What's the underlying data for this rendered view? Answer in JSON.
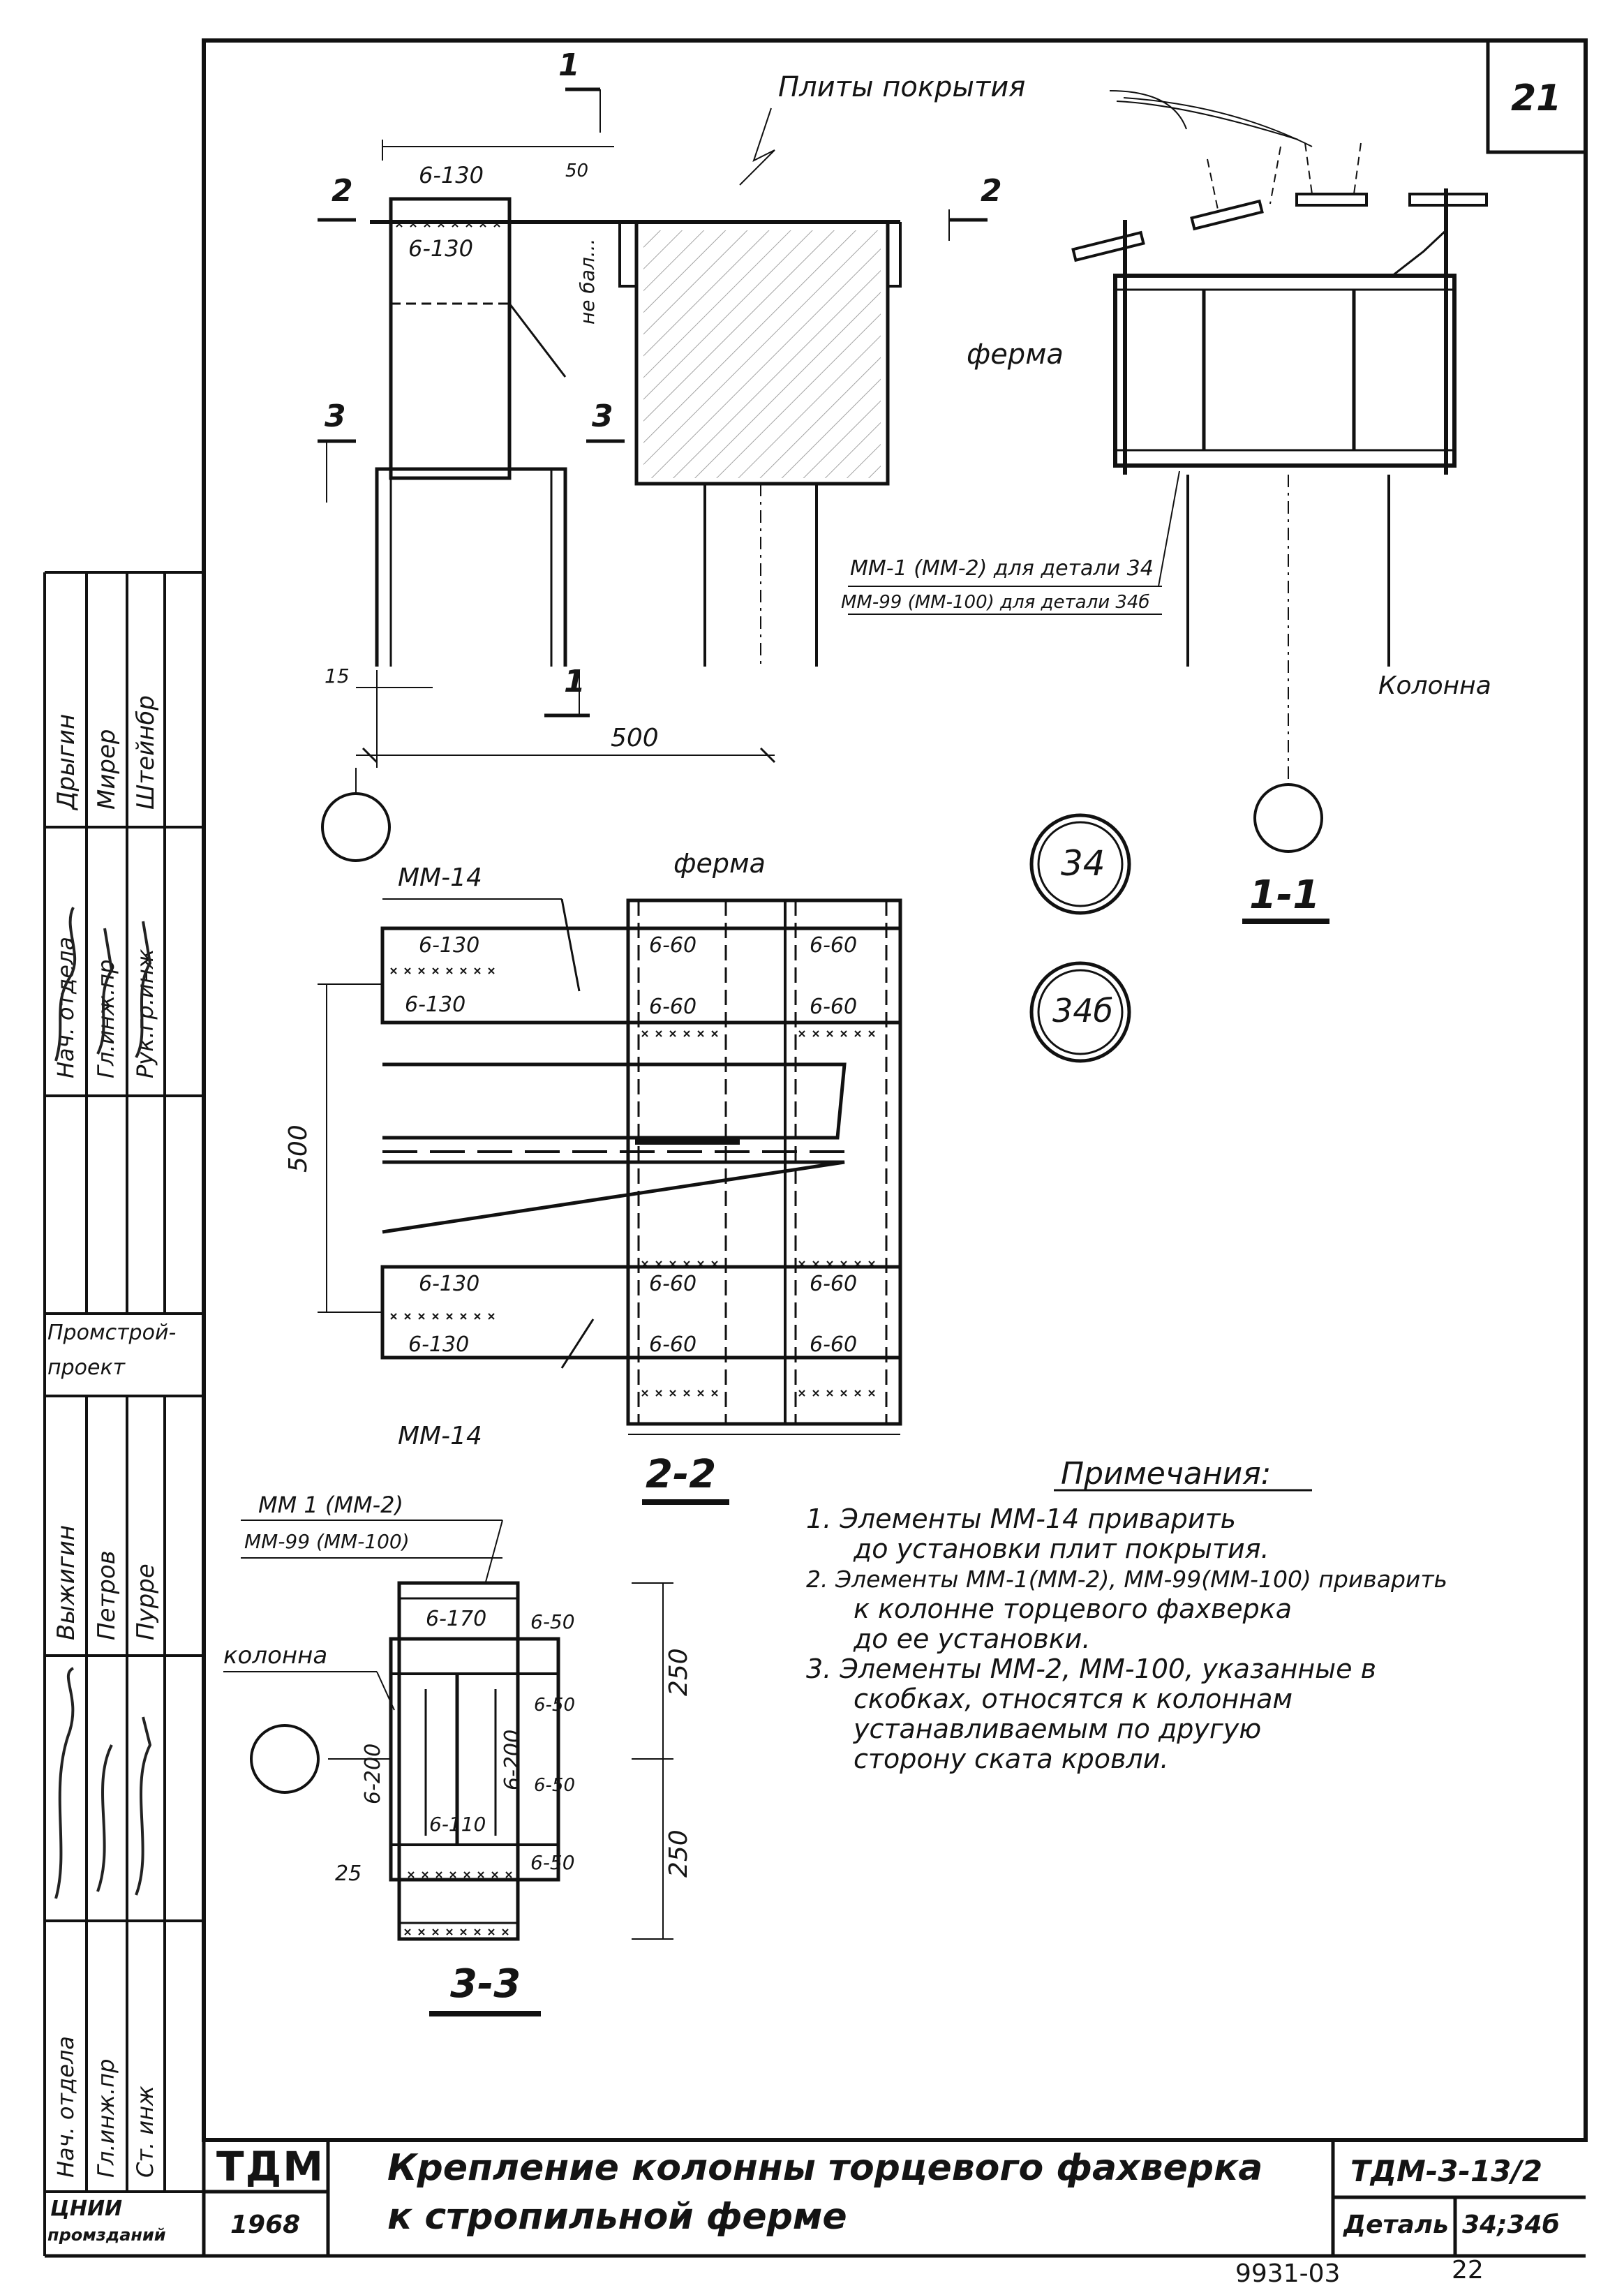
{
  "sheet": {
    "number": "21",
    "code": "ТДМ-3-13/2",
    "detail_label": "Деталь",
    "detail_value": "34;34б",
    "logo": "ТДМ",
    "year": "1968",
    "org_bottom_1": "ЦНИИ",
    "org_bottom_2": "промзданий",
    "title_line1": "Крепление колонны торцевого фахверка",
    "title_line2": "к стропильной ферме",
    "archive_number": "9931-03",
    "page_number": "22"
  },
  "stamp_upper": {
    "roles": [
      "Нач. отдела",
      "Гл.инж.пр",
      "Рук.гр.инж"
    ],
    "names": [
      "Дрыгин",
      "Мирер",
      "Штейнбр"
    ],
    "org": [
      "Промстрой-",
      "проект"
    ]
  },
  "stamp_lower": {
    "roles": [
      "Нач. отдела",
      "Гл.инж.пр",
      "Ст. инж"
    ],
    "names": [
      "Выжигин",
      "Петров",
      "Пурре"
    ]
  },
  "drawing": {
    "label_plates": "Плиты покрытия",
    "label_truss": "ферма",
    "label_truss_2": "ферма",
    "label_column": "Колонна",
    "label_column_2": "колонна",
    "label_not_welded": "не бал...",
    "ref_34": "34",
    "ref_34b": "34б",
    "section_11": "1-1",
    "section_22": "2-2",
    "section_33": "3-3",
    "cut_1_top": "1",
    "cut_1_bottom": "1",
    "cut_2_left": "2",
    "cut_2_right": "2",
    "cut_3_left": "3",
    "cut_3_right": "3",
    "mm_note_1": "ММ-1 (ММ-2) для детали 34",
    "mm_note_2": "ММ-99 (ММ-100) для детали 34б",
    "mm14_top": "ММ-14",
    "mm14_bottom": "ММ-14",
    "mm1_label": "ММ 1 (ММ-2)",
    "mm99_label": "ММ-99 (ММ-100)",
    "weld_6_130": "6-130",
    "weld_6_60": "6-60",
    "weld_6_170": "6-170",
    "weld_6_50": "6-50",
    "weld_6_200": "6-200",
    "weld_6_110": "6-110",
    "dim_500": "500",
    "dim_15": "15",
    "dim_50": "50",
    "dim_250": "250",
    "dim_25": "25"
  },
  "notes": {
    "heading": "Примечания:",
    "items": [
      "1. Элементы ММ-14 приварить",
      "до установки плит покрытия.",
      "2. Элементы ММ-1(ММ-2), ММ-99(ММ-100) приварить",
      "к колонне торцевого фахверка",
      "до ее установки.",
      "3. Элементы ММ-2, ММ-100, указанные в",
      "скобках, относятся к колоннам",
      "устанавливаемым по другую",
      "сторону ската кровли."
    ]
  }
}
